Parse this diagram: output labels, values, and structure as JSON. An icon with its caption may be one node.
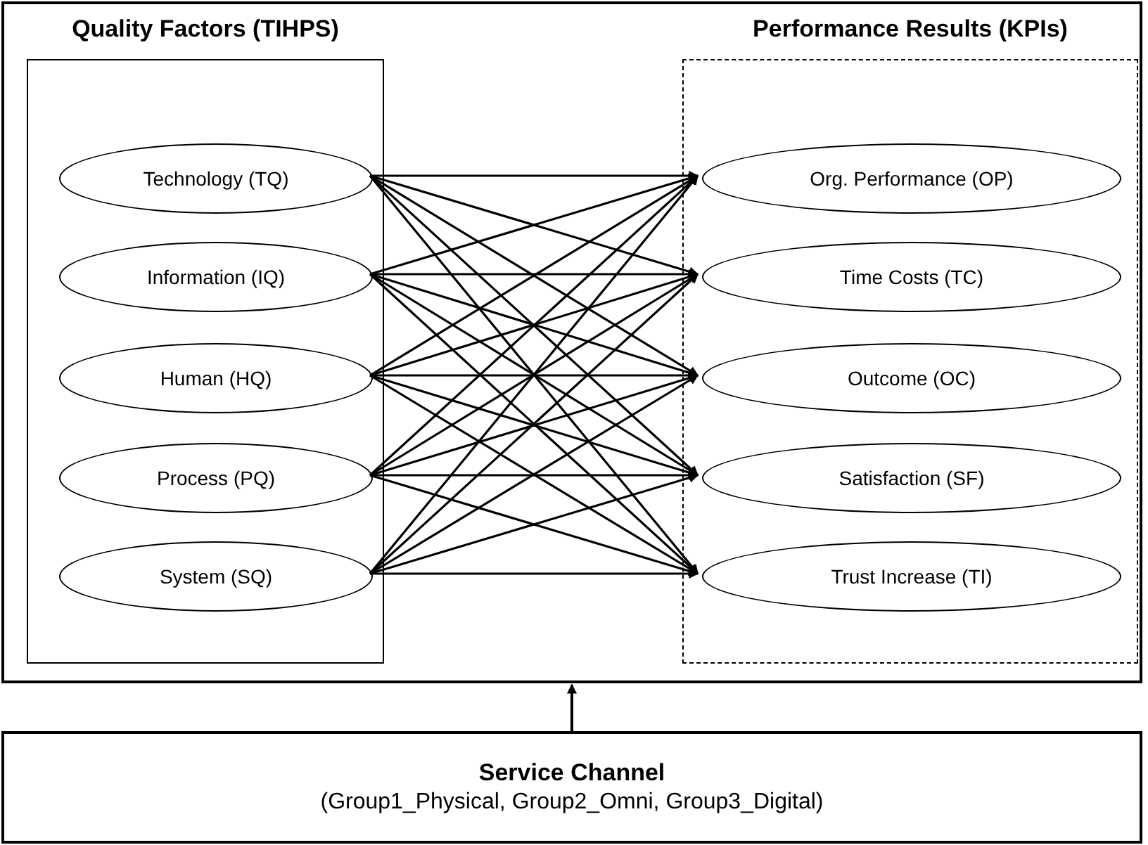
{
  "diagram": {
    "nodes": [
      {
        "text": [],
        "shape": "box"
      },
      {
        "text": [
          "Quality Factors (TIHPS)"
        ],
        "in": 0
      },
      {
        "text": [
          "Technology (TQ)"
        ],
        "in": 1
      },
      {
        "text": [
          "Information (IQ)"
        ],
        "in": 1
      },
      {
        "text": [
          "Human (HQ)"
        ],
        "in": 1
      },
      {
        "text": [
          "Process (PQ)"
        ],
        "in": 1
      },
      {
        "text": [
          "System (SQ)"
        ],
        "in": 1
      },
      {
        "text": [
          "Performance Results (KPIs)"
        ],
        "in": 0
      },
      {
        "text": [
          "Org. Performance (OP)"
        ],
        "in": 7
      },
      {
        "text": [
          "Time Costs (TC)"
        ],
        "in": 7
      },
      {
        "text": [
          "Outcome (OC)"
        ],
        "in": 7
      },
      {
        "text": [
          "Satisfaction (SF)"
        ],
        "in": 7
      },
      {
        "text": [
          "Trust Increase (TI)"
        ],
        "in": 7
      },
      {
        "text": [
          "Service Channel",
          "(Group1_Physical, Group2_Omni, Group3_Digital)"
        ]
      }
    ],
    "edges": [
      {
        "from": 2,
        "to": 8,
        "arrow": "to"
      },
      {
        "from": 2,
        "to": 9,
        "arrow": "to"
      },
      {
        "from": 2,
        "to": 10,
        "arrow": "to"
      },
      {
        "from": 2,
        "to": 11,
        "arrow": "to"
      },
      {
        "from": 2,
        "to": 12,
        "arrow": "to"
      },
      {
        "from": 3,
        "to": 8,
        "arrow": "to"
      },
      {
        "from": 3,
        "to": 9,
        "arrow": "to"
      },
      {
        "from": 3,
        "to": 10,
        "arrow": "to"
      },
      {
        "from": 3,
        "to": 11,
        "arrow": "to"
      },
      {
        "from": 3,
        "to": 12,
        "arrow": "to"
      },
      {
        "from": 4,
        "to": 8,
        "arrow": "to"
      },
      {
        "from": 4,
        "to": 9,
        "arrow": "to"
      },
      {
        "from": 4,
        "to": 10,
        "arrow": "to"
      },
      {
        "from": 4,
        "to": 11,
        "arrow": "to"
      },
      {
        "from": 4,
        "to": 12,
        "arrow": "to"
      },
      {
        "from": 5,
        "to": 8,
        "arrow": "to"
      },
      {
        "from": 5,
        "to": 9,
        "arrow": "to"
      },
      {
        "from": 5,
        "to": 10,
        "arrow": "to"
      },
      {
        "from": 5,
        "to": 11,
        "arrow": "to"
      },
      {
        "from": 5,
        "to": 12,
        "arrow": "to"
      },
      {
        "from": 6,
        "to": 8,
        "arrow": "to"
      },
      {
        "from": 6,
        "to": 9,
        "arrow": "to"
      },
      {
        "from": 6,
        "to": 10,
        "arrow": "to"
      },
      {
        "from": 6,
        "to": 11,
        "arrow": "to"
      },
      {
        "from": 6,
        "to": 12,
        "arrow": "to"
      },
      {
        "from": 13,
        "to": 0,
        "arrow": "to"
      }
    ]
  }
}
